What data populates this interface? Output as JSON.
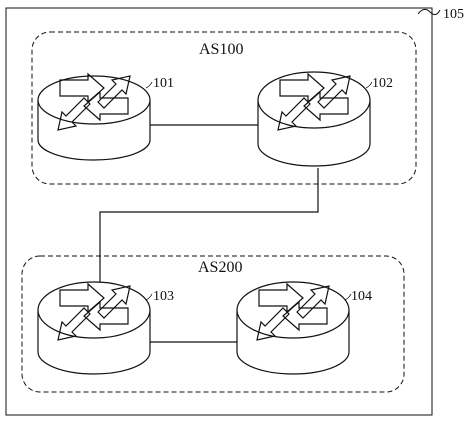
{
  "system": {
    "ref": "105"
  },
  "domains": [
    {
      "id": "as100",
      "label": "AS100"
    },
    {
      "id": "as200",
      "label": "AS200"
    }
  ],
  "routers": [
    {
      "id": "r101",
      "ref": "101",
      "domain": "as100"
    },
    {
      "id": "r102",
      "ref": "102",
      "domain": "as100"
    },
    {
      "id": "r103",
      "ref": "103",
      "domain": "as200"
    },
    {
      "id": "r104",
      "ref": "104",
      "domain": "as200"
    }
  ],
  "links": [
    {
      "from": "101",
      "to": "102"
    },
    {
      "from": "102",
      "to": "103"
    },
    {
      "from": "103",
      "to": "104"
    }
  ]
}
